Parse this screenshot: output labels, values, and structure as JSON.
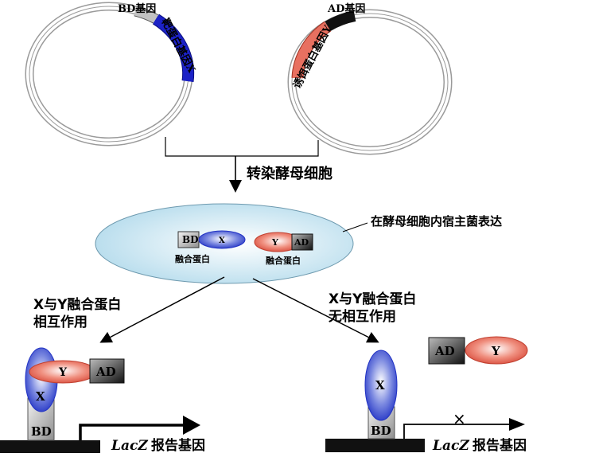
{
  "plasmid_bait": {
    "bd_gene": "BD基因",
    "bait_gene": "靶蛋白基因X"
  },
  "plasmid_prey": {
    "prey_gene": "诱饵蛋白基因Y",
    "ad_gene": "AD基因"
  },
  "transfection_label": "转染酵母细胞",
  "yeast_cell": {
    "expression_label": "在酵母细胞内宿主菌表达",
    "fusion_left": {
      "bd": "BD",
      "x": "X",
      "caption": "融合蛋白"
    },
    "fusion_right": {
      "y": "Y",
      "ad": "AD",
      "caption": "融合蛋白"
    }
  },
  "outcome_interact": {
    "label_line1": "X与Y融合蛋白",
    "label_line2": "相互作用",
    "x": "X",
    "y": "Y",
    "ad": "AD",
    "bd": "BD",
    "reporter_italic": "LacZ",
    "reporter_suffix": "报告基因"
  },
  "outcome_no_interact": {
    "label_line1": "X与Y融合蛋白",
    "label_line2": "无相互作用",
    "x": "X",
    "bd": "BD",
    "ad": "AD",
    "y": "Y",
    "blocked_mark": "×",
    "reporter_italic": "LacZ",
    "reporter_suffix": "报告基因"
  },
  "colors": {
    "bait_blue": "#1c22c6",
    "prey_red": "#e87060",
    "ad_black": "#111111",
    "bd_gray": "#c0c0c0",
    "cell_blue": "#bfe0ef"
  }
}
